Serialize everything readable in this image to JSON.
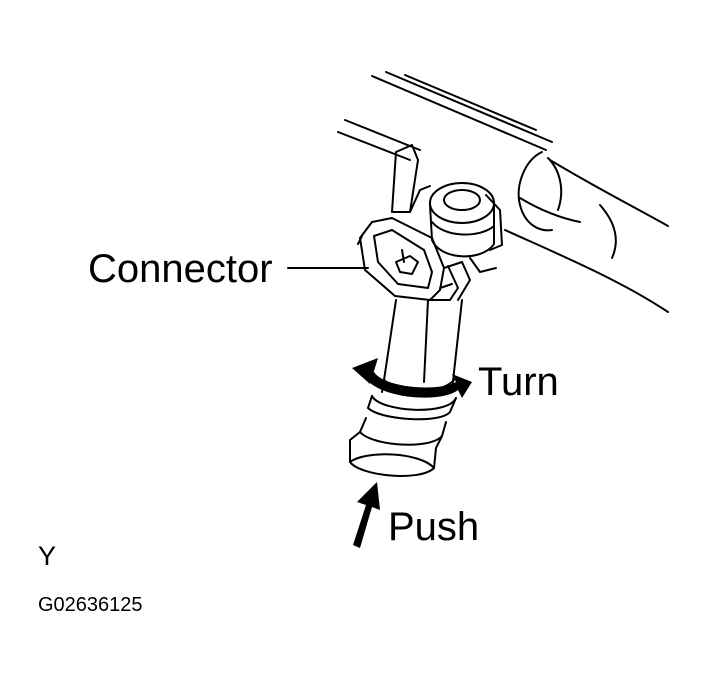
{
  "labels": {
    "connector": "Connector",
    "turn": "Turn",
    "push": "Push",
    "view_code": "Y",
    "figure_id": "G02636125"
  },
  "colors": {
    "line": "#000000",
    "background": "#ffffff"
  }
}
